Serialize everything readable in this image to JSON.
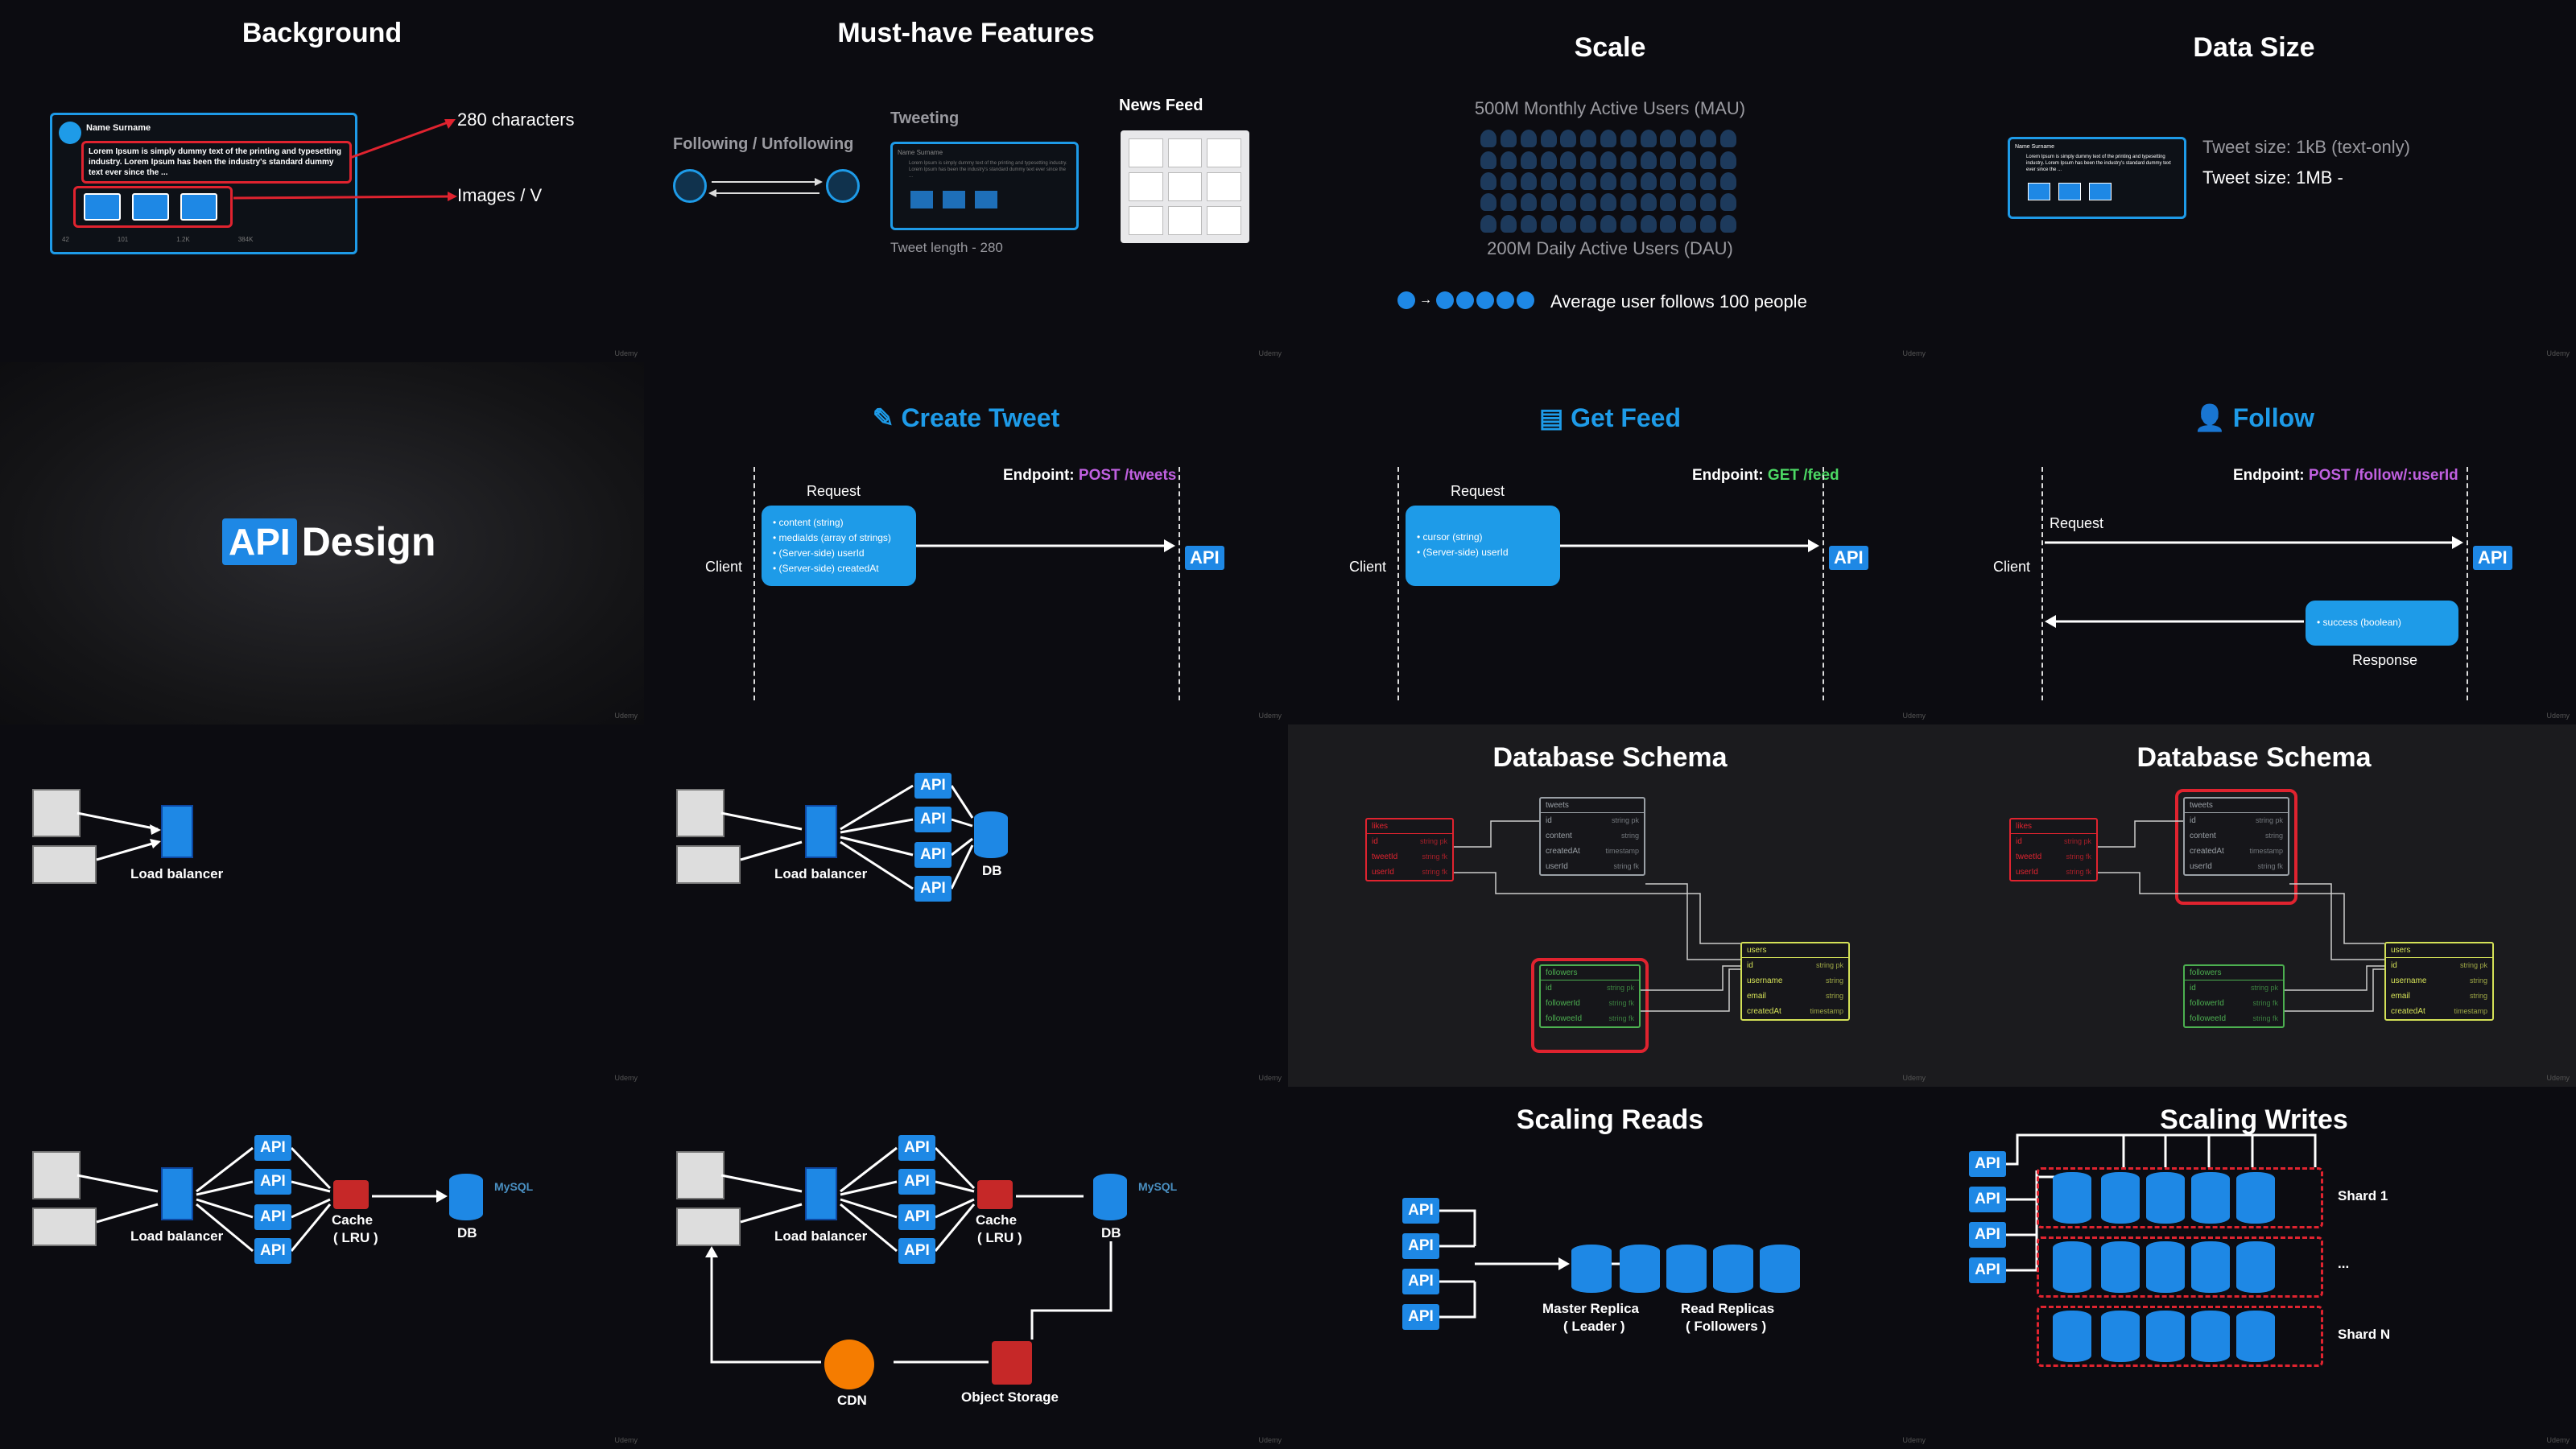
{
  "panels": {
    "background": {
      "title": "Background",
      "tweet_name": "Name Surname",
      "tweet_text": "Lorem Ipsum is simply dummy text of the printing and typesetting industry. Lorem Ipsum has been the industry's standard dummy text ever since the ...",
      "label_chars": "280 characters",
      "label_media": "Images / V",
      "stats": [
        "42",
        "101",
        "1.2K",
        "384K"
      ]
    },
    "features": {
      "title": "Must-have Features",
      "following": "Following / Unfollowing",
      "tweeting": "Tweeting",
      "news_feed": "News Feed",
      "tweet_length": "Tweet length - 280",
      "card_name": "Name Surname",
      "card_text": "Lorem Ipsum is simply dummy text of the printing and typesetting industry. Lorem Ipsum has been the industry's standard dummy text ever since the ..."
    },
    "scale": {
      "title": "Scale",
      "mau": "500M Monthly Active Users (MAU)",
      "dau": "200M Daily Active Users (DAU)",
      "follows": "Average user follows 100 people"
    },
    "data_size": {
      "title": "Data Size",
      "size_text": "Tweet size:  1kB (text-only)",
      "size_media": "Tweet size:  1MB -",
      "card_name": "Name Surname",
      "card_text": "Lorem Ipsum is simply dummy text of the printing and typesetting industry. Lorem Ipsum has been the industry's standard dummy text ever since the ..."
    },
    "api_design": {
      "api": "API",
      "design": "Design"
    },
    "create_tweet": {
      "title": "Create Tweet",
      "endpoint_label": "Endpoint:",
      "method": "POST",
      "path": "/tweets",
      "client": "Client",
      "request": "Request",
      "api": "API",
      "fields": [
        "content (string)",
        "mediaIds (array of strings)",
        "(Server-side) userId",
        "(Server-side) createdAt"
      ]
    },
    "get_feed": {
      "title": "Get Feed",
      "endpoint_label": "Endpoint:",
      "method": "GET",
      "path": "/feed",
      "client": "Client",
      "request": "Request",
      "api": "API",
      "fields": [
        "cursor (string)",
        "(Server-side) userId"
      ]
    },
    "follow": {
      "title": "Follow",
      "endpoint_label": "Endpoint:",
      "method": "POST",
      "path": "/follow/:userId",
      "client": "Client",
      "request": "Request",
      "response": "Response",
      "api": "API",
      "fields": [
        "success (boolean)"
      ]
    },
    "lb1": {
      "load_balancer": "Load balancer"
    },
    "lb2": {
      "load_balancer": "Load balancer",
      "db": "DB",
      "api": "API"
    },
    "schema1": {
      "title": "Database Schema"
    },
    "schema2": {
      "title": "Database Schema"
    },
    "cache1": {
      "load_balancer": "Load balancer",
      "cache": "Cache",
      "lru": "( LRU )",
      "db": "DB",
      "api": "API",
      "mysql": "MySQL"
    },
    "cache2": {
      "load_balancer": "Load balancer",
      "cache": "Cache",
      "lru": "( LRU )",
      "db": "DB",
      "api": "API",
      "mysql": "MySQL",
      "cdn": "CDN",
      "object_storage": "Object Storage"
    },
    "scaling_reads": {
      "title": "Scaling Reads",
      "api": "API",
      "master": "Master Replica",
      "leader": "( Leader )",
      "read": "Read Replicas",
      "followers": "( Followers )"
    },
    "scaling_writes": {
      "title": "Scaling Writes",
      "api": "API",
      "shard1": "Shard 1",
      "ellipsis": "...",
      "shardn": "Shard N"
    }
  },
  "tables": {
    "likes": {
      "name": "likes",
      "rows": [
        [
          "id",
          "string pk"
        ],
        [
          "tweetId",
          "string fk"
        ],
        [
          "userId",
          "string fk"
        ]
      ]
    },
    "tweets": {
      "name": "tweets",
      "rows": [
        [
          "id",
          "string pk"
        ],
        [
          "content",
          "string"
        ],
        [
          "createdAt",
          "timestamp"
        ],
        [
          "userId",
          "string fk"
        ]
      ]
    },
    "followers": {
      "name": "followers",
      "rows": [
        [
          "id",
          "string pk"
        ],
        [
          "followerId",
          "string fk"
        ],
        [
          "followeeId",
          "string fk"
        ]
      ]
    },
    "users": {
      "name": "users",
      "rows": [
        [
          "id",
          "string pk"
        ],
        [
          "username",
          "string"
        ],
        [
          "email",
          "string"
        ],
        [
          "createdAt",
          "timestamp"
        ]
      ]
    }
  },
  "watermark": "Udemy",
  "colors": {
    "accent": "#1e9be8",
    "api": "#1e88e5",
    "red": "#e0232f",
    "post": "#c060e0",
    "get": "#4cd964",
    "likes": "#e0232f",
    "tweets": "#9aa0a6",
    "followers": "#4caf50",
    "users": "#d4e157"
  },
  "icons": [
    "user-icon",
    "news-feed-icon",
    "edit-icon",
    "feed-icon",
    "follow-user-icon",
    "server-icon",
    "database-icon",
    "cache-icon",
    "cdn-icon",
    "object-storage-icon",
    "client-window-icon",
    "image-icon",
    "heart-icon",
    "comment-icon"
  ]
}
